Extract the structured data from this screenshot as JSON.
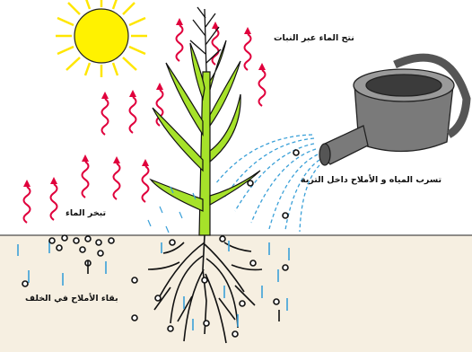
{
  "labels": {
    "transpiration": "نتح الماء عبر النبات",
    "infiltration": "تسرب المياه و الأملاح داخل التربة",
    "evaporation": "تبخر الماء",
    "salts_left_behind": "بقاء الأملاح في الخلف"
  },
  "colors": {
    "sun": "#fff200",
    "sun_outline": "#000000",
    "heat_waves": "#e0003c",
    "water_drops": "#3aa0d8",
    "plant": "#a6e22a",
    "soil": "#f6efe1",
    "can": "#7a7a7a"
  },
  "icons": [
    "sun-icon",
    "plant-icon",
    "watering-can-icon",
    "roots-icon",
    "salt-particle-icon",
    "heat-wave-icon",
    "water-arrow-icon"
  ]
}
